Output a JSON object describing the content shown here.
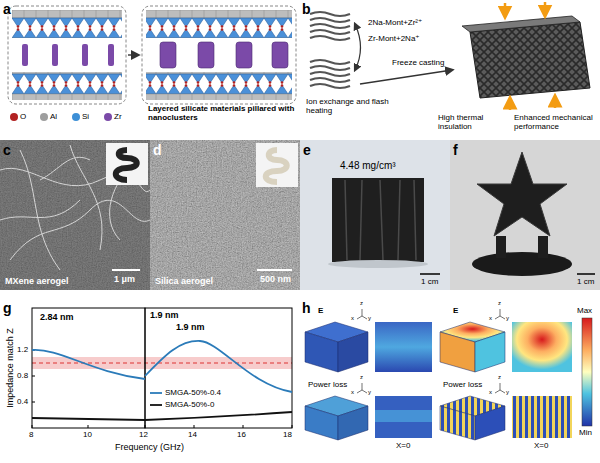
{
  "diagram": {
    "labels": [
      "a",
      "Layered silicate materials pillared with nanoclusters",
      "b",
      "2Na-Mont+Zr²⁺",
      "Zr-Mont+2Na⁺",
      "Ion exchange and flash heating",
      "Freeze casting",
      "High thermal insulation",
      "Enhanced mechanical performance",
      "c",
      "MXene aerogel",
      "1 μm",
      "d",
      "Silica aerogel",
      "500 nm",
      "e",
      "4.48 mg/cm³",
      "1 cm",
      "f",
      "1 cm",
      "g",
      "Impedance match Z",
      "2.84 nm",
      "1.9 nm",
      "1.9 nm",
      "SMGA-50%-0.4",
      "SMGA-50%-0",
      "Frequency (GHz)",
      "8",
      "10",
      "12",
      "14",
      "16",
      "18",
      "1.2",
      "0.8",
      "0.4",
      "h",
      "E",
      "E",
      "Power loss",
      "Power loss",
      "X=0",
      "X=0",
      "Max",
      "Min",
      "z",
      "x",
      "y",
      "z",
      "x",
      "y",
      "z",
      "x",
      "y",
      "z",
      "x",
      "y"
    ],
    "legend": [
      {
        "text": "O",
        "color": "#b22222"
      },
      {
        "text": "Al",
        "color": "#9e9e9e"
      },
      {
        "text": "Si",
        "color": "#3d8fd6"
      },
      {
        "text": "Zr",
        "color": "#7b4aa8"
      }
    ]
  }
}
